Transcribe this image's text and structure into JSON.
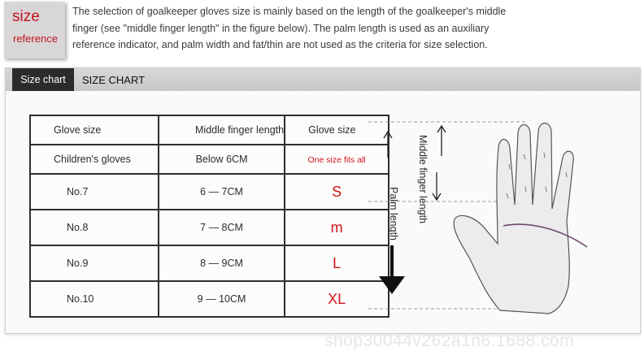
{
  "badge": {
    "line1": "size",
    "line2": "reference"
  },
  "intro": {
    "line1": "The selection of goalkeeper gloves size is mainly based on the length of the goalkeeper's middle",
    "line2": "finger (see \"middle finger length\" in the figure below). The palm length is used as an auxiliary",
    "line3": "reference indicator, and palm width and fat/thin are not used as the criteria for size selection."
  },
  "panel": {
    "tab_label": "Size chart",
    "title": "SIZE CHART"
  },
  "table": {
    "headers": [
      "Glove size",
      "Middle finger length",
      "Glove size"
    ],
    "children_row": {
      "label": "Children's gloves",
      "range": "Below 6CM",
      "size": "One size fits all"
    },
    "rows": [
      {
        "no": "No.7",
        "range": "6 — 7",
        "unit": "CM",
        "size": "S"
      },
      {
        "no": "No.8",
        "range": "7 — 8",
        "unit": "CM",
        "size": "m"
      },
      {
        "no": "No.9",
        "range": "8 — 9",
        "unit": "CM",
        "size": "L"
      },
      {
        "no": "No.10",
        "range": "9 — 10",
        "unit": "CM",
        "size": "XL"
      }
    ]
  },
  "diagram": {
    "middle_finger_label": "Middle finger length",
    "palm_label": "Palm length"
  },
  "watermark": "shop30044v262a1n6.1688.com",
  "colors": {
    "accent_red": "#d4141c",
    "badge_bg": "#d9d6d8",
    "tab_bg": "#2b2b2b"
  }
}
